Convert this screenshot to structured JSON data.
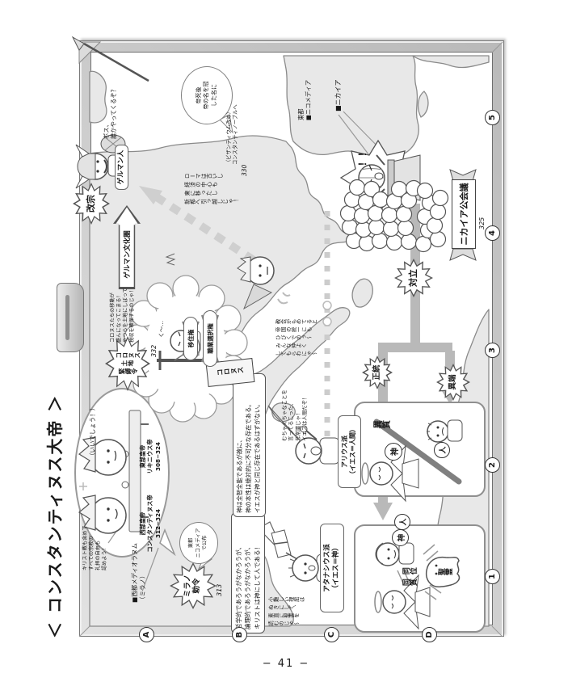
{
  "page": {
    "title": "＜ コンスタンティヌス大帝 ＞",
    "number": "− 41 −"
  },
  "grid": {
    "letters": [
      "A",
      "B",
      "C",
      "D"
    ],
    "numbers": [
      "1",
      "2",
      "3",
      "4",
      "5"
    ]
  },
  "emperors": {
    "agreement": "（いいでしょう！）",
    "west": "西部皇帝\nコンスタンティヌス帝\n312−324",
    "east": "東部皇帝\nリキニウス帝\n308−324",
    "edict_text": "キリスト教も含めて\nすべての宗教の\n礼拝の自由も\n認めよう！"
  },
  "milan": {
    "label": "■西都メディオラヌム\n（ミラノ）",
    "edict_burst": "ミラノ\n勅令",
    "edict_year": "313",
    "promulgation": "東都\nニコメディア\nで公布"
  },
  "athanasius": {
    "speech": "哲学的であろうがなかろうが、\n論理的であろうがなかろうが、\nキリストは神にして人である！",
    "caption": "小難しい理屈は\nぬきにして、\n素直に聖書を\n読むのじゃ〜",
    "school_label": "アタナシウス派\n（イエス＝神）",
    "homoousios": "同位\n同質",
    "holy_spirit": "聖霊",
    "badge_god": "神",
    "badge_man": "人"
  },
  "arius": {
    "speech": "神は全智全能であるが故に、\n神の本性は絶対的に不可分な存在である。\nイエスが神と同じ存在であるはずがない。",
    "caption": "むちゃくちゃなことを\n言ってるこった、\n非常識じゃ！\nイエスは人間だぞ！",
    "school_label": "アリウス派\n（イエス＝人間）",
    "heterousios": "異質",
    "badge_god": "神",
    "badge_man": "人"
  },
  "council": {
    "city": "■ニカイア",
    "capital_label": "東都\n■ニコメディア",
    "banner": "ニカイア公会議",
    "year": "325",
    "exclaim": "！！"
  },
  "verdict": {
    "conflict": "対立",
    "orthodox": "正統",
    "heresy": "異端"
  },
  "constantinople": {
    "bubble": "帝死後\n帝の名を冠\nした名に",
    "year": "330",
    "rename": "（ビザンティウム改め）\nコンスタンティノープルへ",
    "move_caption": "ローマは古いし\n経済の中心も\n東に移ったし\n新都へ引っ越しじゃ！"
  },
  "emperor_thought": {
    "text": "教会がもめてると\n帝国の統一にも\nひびくでのぅ〜\nみんな仲よく\nしてもらわにゃ〜"
  },
  "german": {
    "label": "ゲルマン人",
    "speech": "ボス、\n誰かやってくるぞ？",
    "sign": "ゲルマン文化圏",
    "conversion": "改宗"
  },
  "colonus": {
    "burst": "コロヌス\n土地\n緊縛令",
    "year": "332",
    "caption": "コロヌスたちの移動が\n盛んになってこまる！\nやつらを土地にしばって\n税収を確保するのじゃ！",
    "sign": "コロヌス",
    "groan": "く〜…",
    "rights": [
      "移住権",
      "職業選択権"
    ]
  }
}
